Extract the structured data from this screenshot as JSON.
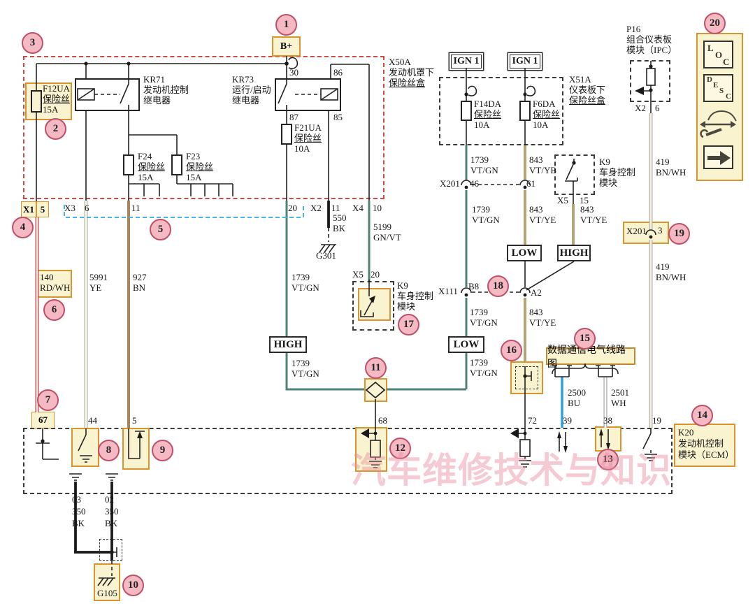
{
  "colors": {
    "wire_teal": "#4e8277",
    "wire_tan": "#b3a577",
    "wire_brown": "#a8835c",
    "wire_red": "#c25c5c",
    "wire_blue": "#2f9fd4",
    "wire_black": "#1a1a1a",
    "box_fill": "#faf3d0",
    "box_border": "#d8952f",
    "fusebox_dash_red": "#cf4a44",
    "connector_dash_cyan": "#45b6e3",
    "callout_fill": "#f5b9c3",
    "callout_border": "#bf5068"
  },
  "callouts": [
    "1",
    "2",
    "3",
    "4",
    "5",
    "6",
    "7",
    "8",
    "9",
    "10",
    "11",
    "12",
    "13",
    "14",
    "15",
    "16",
    "17",
    "18",
    "19",
    "20"
  ],
  "power": {
    "b_plus": "B+"
  },
  "boxes": {
    "x50a": {
      "code": "X50A",
      "line1": "发动机罩下",
      "line2": "保险丝盒"
    },
    "x51a": {
      "code": "X51A",
      "line1": "仪表板下",
      "line2": "保险丝盒"
    },
    "k20": {
      "code": "K20",
      "line1": "发动机控制",
      "line2": "模块（ECM）"
    }
  },
  "relays": {
    "kr71": {
      "code": "KR71",
      "line1": "发动机控制",
      "line2": "继电器"
    },
    "kr73": {
      "code": "KR73",
      "line1": "运行/启动",
      "line2": "继电器",
      "pin30": "30",
      "pin86": "86",
      "pin87": "87",
      "pin85": "85"
    }
  },
  "fuses": {
    "f12ua": {
      "code": "F12UA",
      "type": "保险丝",
      "rating": "15A"
    },
    "f24": {
      "code": "F24",
      "type": "保险丝",
      "rating": "15A"
    },
    "f23": {
      "code": "F23",
      "type": "保险丝",
      "rating": "15A"
    },
    "f21ua": {
      "code": "F21UA",
      "type": "保险丝",
      "rating": "10A"
    },
    "f14da": {
      "code": "F14DA",
      "type": "保险丝",
      "rating": "10A"
    },
    "f6da": {
      "code": "F6DA",
      "type": "保险丝",
      "rating": "10A"
    }
  },
  "modules": {
    "ign_left": "IGN 1",
    "ign_right": "IGN 1",
    "k9_top": {
      "code": "K9",
      "line1": "车身控制",
      "line2": "模块",
      "conn": "X5",
      "pin": "15"
    },
    "k9_mid": {
      "code": "K9",
      "line1": "车身控制",
      "line2": "模块",
      "conn": "X5",
      "pin": "20"
    },
    "p16": {
      "code": "P16",
      "line1": "组合仪表板",
      "line2": "模块（IPC）",
      "conn": "X2",
      "pin": "6"
    }
  },
  "connector_row": {
    "x1": "X1",
    "x1_pin": "5",
    "x3": "X3",
    "p6": "6",
    "p11": "11",
    "p20": "20",
    "x2": "X2",
    "x2_pin": "11",
    "x4": "X4",
    "x4_pin": "10"
  },
  "inline_connectors": {
    "x201": "X201",
    "p46": "46",
    "p61": "61",
    "x111": "X111",
    "b8": "B8",
    "a2": "A2",
    "x201_3_name": "X201",
    "x201_3_pin": "3"
  },
  "wires": {
    "w140": [
      "140",
      "RD/WH"
    ],
    "w5991": [
      "5991",
      "YE"
    ],
    "w927": [
      "927",
      "BN"
    ],
    "w550": [
      "550",
      "BK"
    ],
    "w5199": [
      "5199",
      "GN/VT"
    ],
    "w1739": [
      "1739",
      "VT/GN"
    ],
    "w843yb": [
      "843",
      "VT/YB"
    ],
    "w843ye": [
      "843",
      "VT/YE"
    ],
    "w419": [
      "419",
      "BN/WH"
    ],
    "w2500": [
      "2500",
      "BU"
    ],
    "w2501": [
      "2501",
      "WH"
    ],
    "w03": [
      "03",
      "350",
      "BK"
    ],
    "w02": [
      "02",
      "350",
      "BK"
    ]
  },
  "grounds": {
    "g301": "G301",
    "g105": "G105"
  },
  "ecm_pins": {
    "p67": "67",
    "p44": "44",
    "p5": "5",
    "p68": "68",
    "p72": "72",
    "p39": "39",
    "p38": "38",
    "p19": "19"
  },
  "signals": {
    "high": "HIGH",
    "low": "LOW"
  },
  "data_comm_label": "数据通信电气线路图",
  "watermark": "汽车维修技术与知识",
  "legend": {
    "loc": [
      "L",
      "O",
      "C"
    ],
    "desc": [
      "D",
      "E",
      "S",
      "C"
    ]
  }
}
